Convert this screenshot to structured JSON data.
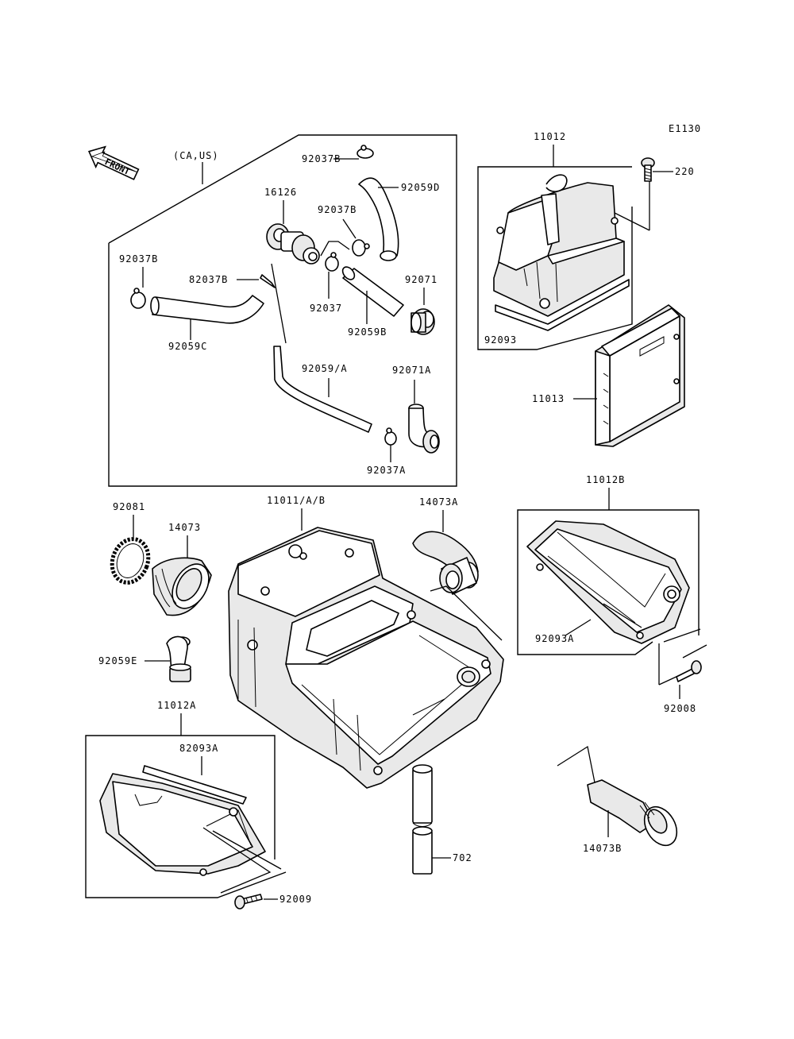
{
  "diagram_code": "E1130",
  "front_label": "FRONT",
  "region_note": "(CA,US)",
  "labels": {
    "p11012": "11012",
    "p220": "220",
    "p92093": "92093",
    "p11013": "11013",
    "p11012B": "11012B",
    "p92093A": "92093A",
    "p92008": "92008",
    "p14073B": "14073B",
    "p702": "702",
    "p11011": "11011/A/B",
    "p14073A": "14073A",
    "p92081": "92081",
    "p14073": "14073",
    "p92059E": "92059E",
    "p11012A": "11012A",
    "p82093A": "82093A",
    "p92009": "92009",
    "p92037B_top": "92037B",
    "p92059D": "92059D",
    "p16126": "16126",
    "p92037B_mid": "92037B",
    "p92037B_left": "92037B",
    "p82037B": "82037B",
    "p92037": "92037",
    "p92071": "92071",
    "p92059B": "92059B",
    "p92059C": "92059C",
    "p92059A": "92059/A",
    "p92071A": "92071A",
    "p92037A": "92037A"
  }
}
